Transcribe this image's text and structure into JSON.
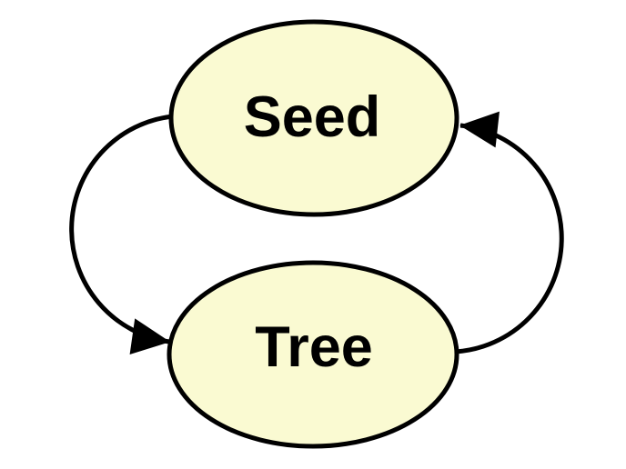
{
  "diagram": {
    "type": "cycle",
    "nodes": [
      {
        "id": "seed",
        "label": "Seed",
        "shape": "ellipse"
      },
      {
        "id": "tree",
        "label": "Tree",
        "shape": "ellipse"
      }
    ],
    "edges": [
      {
        "from": "seed",
        "to": "tree",
        "side": "left",
        "arrowhead": "filled-triangle"
      },
      {
        "from": "tree",
        "to": "seed",
        "side": "right",
        "arrowhead": "filled-triangle"
      }
    ],
    "colors": {
      "background": "#FFFFFF",
      "node_fill": "#FAFAD2",
      "node_stroke": "#000000",
      "edge_color": "#000000",
      "label_color": "#000000"
    }
  }
}
